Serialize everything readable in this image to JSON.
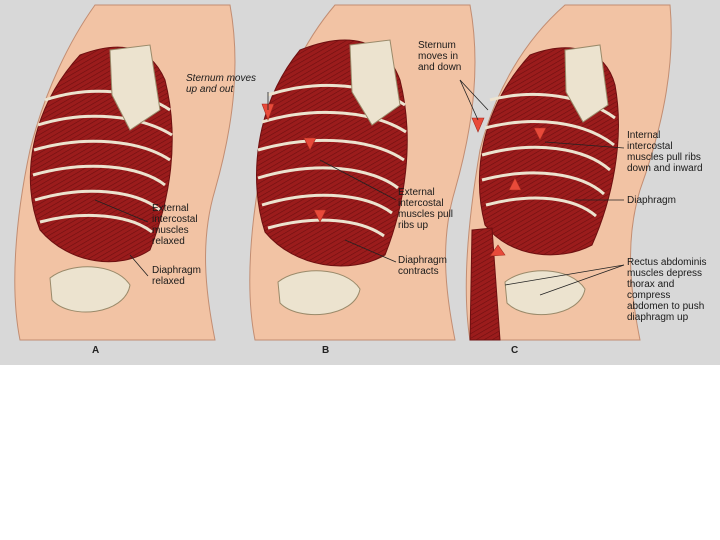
{
  "panels": [
    {
      "letter": "A",
      "labels": {
        "external": "External\nintercostal\nmuscles\nrelaxed",
        "diaphragm": "Diaphragm\nrelaxed"
      }
    },
    {
      "letter": "B",
      "labels": {
        "sternum": "Sternum moves\nup and out",
        "external": "External\nintercostal\nmuscles pull\nribs up",
        "diaphragm": "Diaphragm\ncontracts"
      }
    },
    {
      "letter": "C",
      "labels": {
        "sternum": "Sternum\nmoves in\nand down",
        "internal": "Internal\nintercostal\nmuscles pull ribs\ndown and inward",
        "diaphragm": "Diaphragm",
        "rectus": "Rectus abdominis\nmuscles depress\nthorax and\ncompress\nabdomen to push\ndiaphragm up"
      }
    }
  ],
  "colors": {
    "background": "#d8d8d8",
    "skin": "#f2c3a4",
    "muscle": "#9b1c1c",
    "bone": "#ece3cf",
    "arrow": "#e84a3a"
  }
}
